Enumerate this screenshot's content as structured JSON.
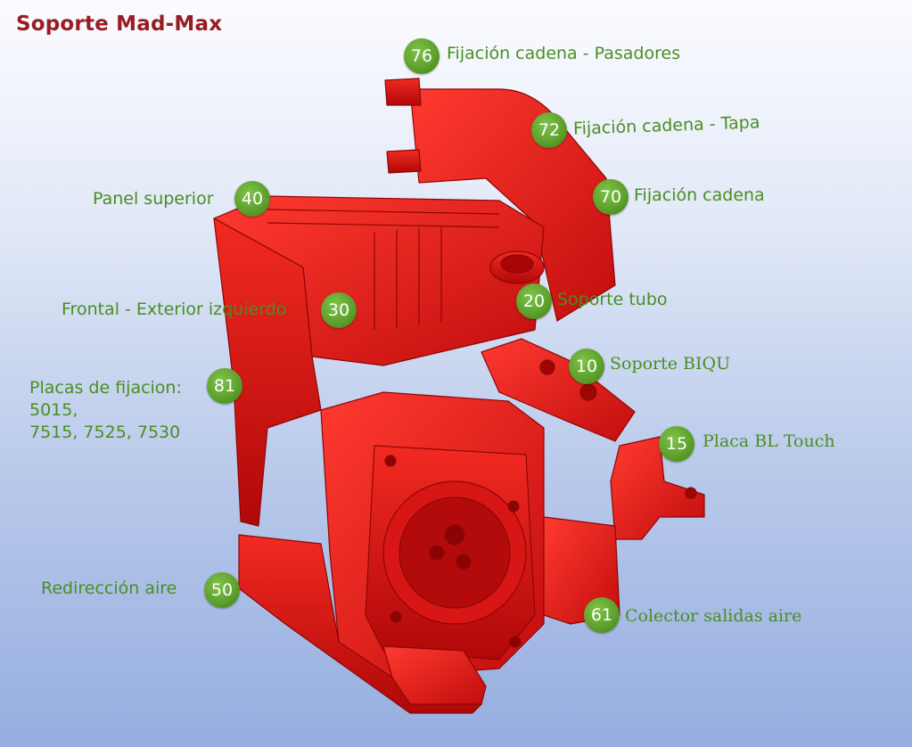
{
  "title": "Soporte Mad-Max",
  "colors": {
    "title": "#9b1b22",
    "label": "#4a8e22",
    "badge": "#5b9e2a",
    "part": "#e01818"
  },
  "callouts": [
    {
      "id": "c76",
      "number": "76",
      "label": "Fijación cadena - Pasadores"
    },
    {
      "id": "c72",
      "number": "72",
      "label": "Fijación cadena - Tapa"
    },
    {
      "id": "c70",
      "number": "70",
      "label": "Fijación cadena"
    },
    {
      "id": "c40",
      "number": "40",
      "label": "Panel superior"
    },
    {
      "id": "c20",
      "number": "20",
      "label": "Soporte tubo"
    },
    {
      "id": "c30",
      "number": "30",
      "label": "Frontal - Exterior izquierdo"
    },
    {
      "id": "c10",
      "number": "10",
      "label": "Soporte BIQU"
    },
    {
      "id": "c81",
      "number": "81",
      "label_lines": [
        "Placas de fijacion:",
        "5015,",
        "7515, 7525, 7530"
      ]
    },
    {
      "id": "c15",
      "number": "15",
      "label": "Placa BL Touch"
    },
    {
      "id": "c50",
      "number": "50",
      "label": "Redirección aire"
    },
    {
      "id": "c61",
      "number": "61",
      "label": "Colector salidas aire"
    }
  ]
}
